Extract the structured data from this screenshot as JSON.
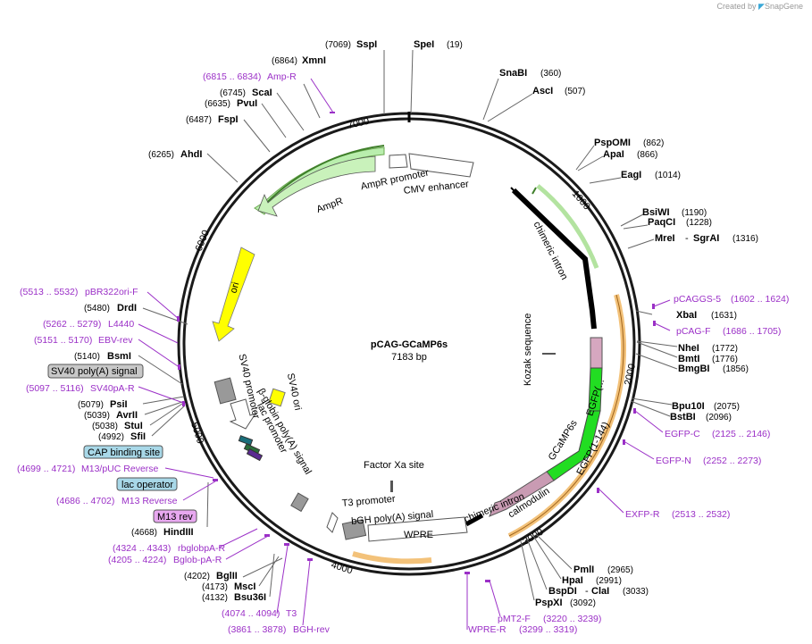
{
  "credit": {
    "prefix": "Created by",
    "brand": "SnapGene"
  },
  "plasmid": {
    "name": "pCAG-GCaMP6s",
    "size": "7183 bp"
  },
  "ticks": [
    "1000",
    "2000",
    "3000",
    "4000",
    "5000",
    "6000",
    "7000"
  ],
  "enzymes": {
    "SpeI": {
      "name": "SpeI",
      "pos": "(19)"
    },
    "SnaBI": {
      "name": "SnaBI",
      "pos": "(360)"
    },
    "AscI": {
      "name": "AscI",
      "pos": "(507)"
    },
    "PspOMI": {
      "name": "PspOMI",
      "pos": "(862)"
    },
    "ApaI": {
      "name": "ApaI",
      "pos": "(866)"
    },
    "EagI": {
      "name": "EagI",
      "pos": "(1014)"
    },
    "BsiWI": {
      "name": "BsiWI",
      "pos": "(1190)"
    },
    "PaqCI": {
      "name": "PaqCI",
      "pos": "(1228)"
    },
    "MreI": {
      "name": "MreI",
      "sep": "-",
      "name2": "SgrAI",
      "pos": "(1316)"
    },
    "XbaI": {
      "name": "XbaI",
      "pos": "(1631)"
    },
    "NheI": {
      "name": "NheI",
      "pos": "(1772)"
    },
    "BmtI": {
      "name": "BmtI",
      "pos": "(1776)"
    },
    "BmgBI": {
      "name": "BmgBI",
      "pos": "(1856)"
    },
    "Bpu10I": {
      "name": "Bpu10I",
      "pos": "(2075)"
    },
    "BstBI": {
      "name": "BstBI",
      "pos": "(2096)"
    },
    "PmlI": {
      "name": "PmlI",
      "pos": "(2965)"
    },
    "HpaI": {
      "name": "HpaI",
      "pos": "(2991)"
    },
    "BspDI": {
      "name": "BspDI",
      "sep": "-",
      "name2": "ClaI",
      "pos": "(3033)"
    },
    "PspXI": {
      "name": "PspXI",
      "pos": "(3092)"
    },
    "BglII": {
      "name": "BglII",
      "pos": "(4202)"
    },
    "MscI": {
      "name": "MscI",
      "pos": "(4173)"
    },
    "Bsu36I": {
      "name": "Bsu36I",
      "pos": "(4132)"
    },
    "HindIII": {
      "name": "HindIII",
      "pos": "(4668)"
    },
    "SfiI": {
      "name": "SfiI",
      "pos": "(4992)"
    },
    "StuI": {
      "name": "StuI",
      "pos": "(5038)"
    },
    "AvrII": {
      "name": "AvrII",
      "pos": "(5039)"
    },
    "PsiI": {
      "name": "PsiI",
      "pos": "(5079)"
    },
    "BsmI": {
      "name": "BsmI",
      "pos": "(5140)"
    },
    "DrdI": {
      "name": "DrdI",
      "pos": "(5480)"
    },
    "AhdI": {
      "name": "AhdI",
      "pos": "(6265)"
    },
    "FspI": {
      "name": "FspI",
      "pos": "(6487)"
    },
    "PvuI": {
      "name": "PvuI",
      "pos": "(6635)"
    },
    "ScaI": {
      "name": "ScaI",
      "pos": "(6745)"
    },
    "XmnI": {
      "name": "XmnI",
      "pos": "(6864)"
    },
    "SspI": {
      "name": "SspI",
      "pos": "(7069)"
    }
  },
  "primers": {
    "pCAGGS5": {
      "name": "pCAGGS-5",
      "range": "(1602 .. 1624)"
    },
    "pCAGF": {
      "name": "pCAG-F",
      "range": "(1686 .. 1705)"
    },
    "EGFPC": {
      "name": "EGFP-C",
      "range": "(2125 .. 2146)"
    },
    "EGFPN": {
      "name": "EGFP-N",
      "range": "(2252 .. 2273)"
    },
    "EXFPR": {
      "name": "EXFP-R",
      "range": "(2513 .. 2532)"
    },
    "pMT2F": {
      "name": "pMT2-F",
      "range": "(3220 .. 3239)"
    },
    "WPRER": {
      "name": "WPRE-R",
      "range": "(3299 .. 3319)"
    },
    "BGHrev": {
      "name": "BGH-rev",
      "range": "(3861 .. 3878)"
    },
    "T3": {
      "name": "T3",
      "range": "(4074 .. 4094)"
    },
    "BglobpAR": {
      "name": "Bglob-pA-R",
      "range": "(4205 .. 4224)"
    },
    "rbglobpAR": {
      "name": "rbglobpA-R",
      "range": "(4324 .. 4343)"
    },
    "M13Reverse": {
      "name": "M13 Reverse",
      "range": "(4686 .. 4702)"
    },
    "M13pUCReverse": {
      "name": "M13/pUC Reverse",
      "range": "(4699 .. 4721)"
    },
    "SV40pAR": {
      "name": "SV40pA-R",
      "range": "(5097 .. 5116)"
    },
    "EBVrev": {
      "name": "EBV-rev",
      "range": "(5151 .. 5170)"
    },
    "L4440": {
      "name": "L4440",
      "range": "(5262 .. 5279)"
    },
    "pBR322oriF": {
      "name": "pBR322ori-F",
      "range": "(5513 .. 5532)"
    },
    "AmpR": {
      "name": "Amp-R",
      "range": "(6815 .. 6834)"
    }
  },
  "boxes": {
    "sv40polyA": "SV40 poly(A) signal",
    "cap": "CAP binding site",
    "lacop": "lac operator",
    "m13rev": "M13 rev"
  },
  "features": {
    "ampr_promoter": "AmpR promoter",
    "cmv_enhancer": "CMV enhancer",
    "ampr": "AmpR",
    "ori": "ori",
    "chimeric_intron_1": "chimeric intron",
    "kozak": "Kozak sequence",
    "egfp_short": "EGFP(...",
    "egfp_1_144": "EGFP(1-144)",
    "gcamp6s": "GCaMP6s",
    "calmodulin": "calmodulin",
    "chimeric_intron_2": "chimeric intron",
    "factor_xa": "Factor Xa site",
    "t3_promoter": "T3 promoter",
    "bgh_polya": "bGH poly(A) signal",
    "wpre": "WPRE",
    "sv40_ori": "SV40 ori",
    "sv40_promoter": "SV40 promoter",
    "bglobin_polya": "β-globin poly(A) signal",
    "lac_promoter": "lac promoter"
  }
}
